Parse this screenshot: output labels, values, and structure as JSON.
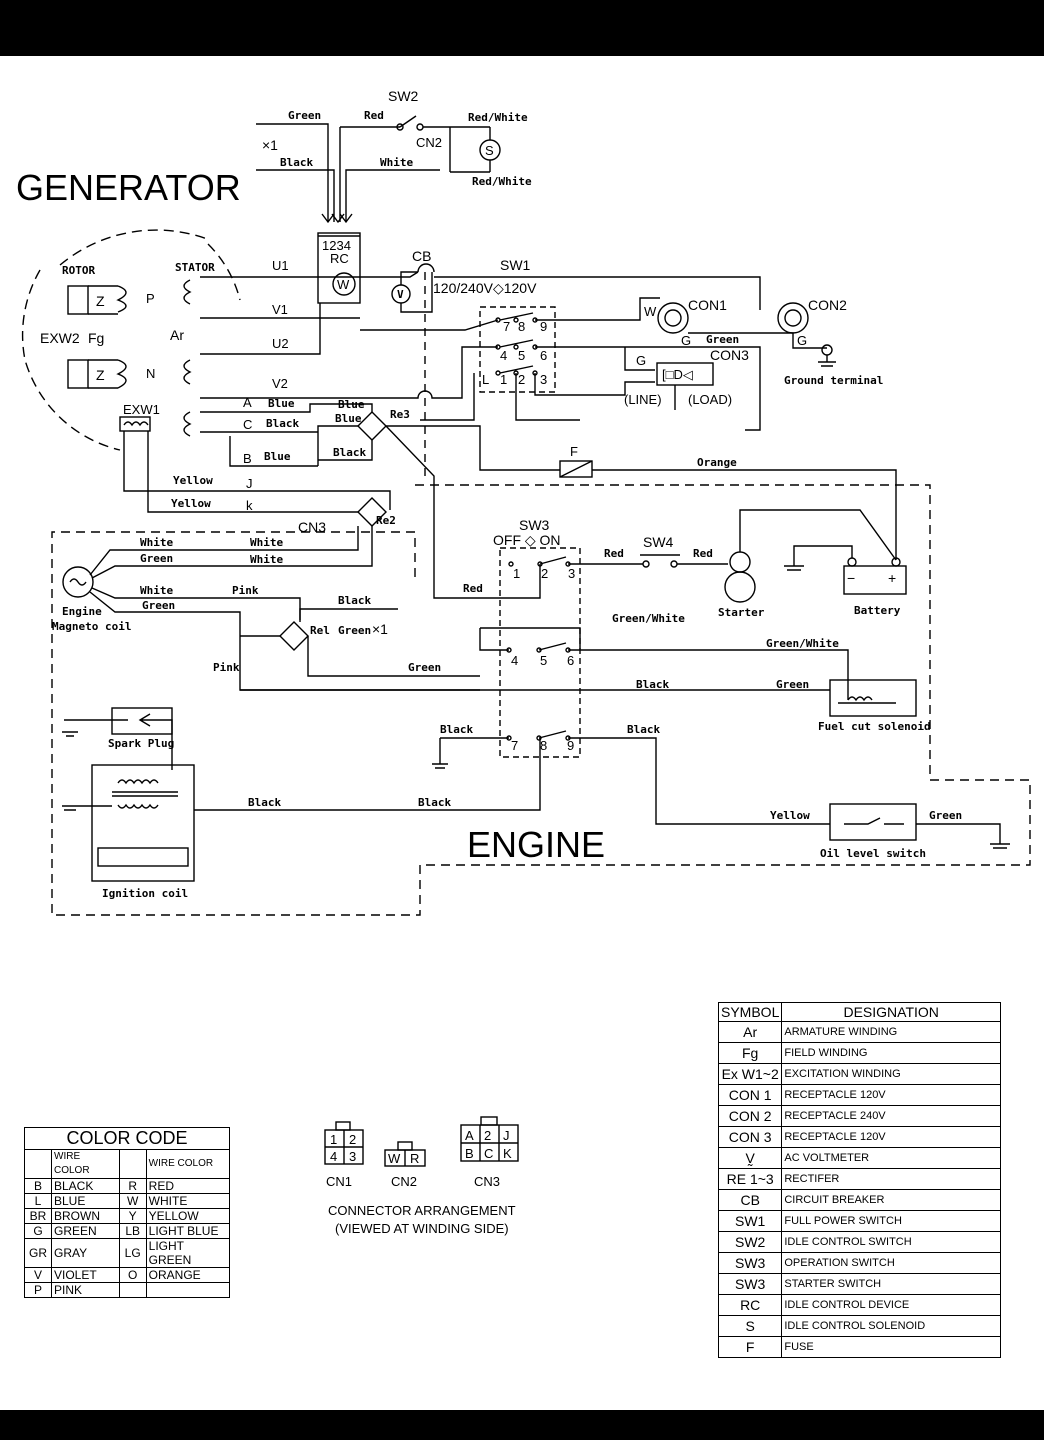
{
  "titles": {
    "generator": "GENERATOR",
    "engine": "ENGINE"
  },
  "components": {
    "sw2": "SW2",
    "cn2": "CN2",
    "x1": "×1",
    "cb": "CB",
    "sw1": "SW1",
    "sw1_range": "120/240V◇120V",
    "rc_pins": "1234",
    "rc": "RC",
    "w": "W",
    "v": "V",
    "s": "S",
    "con1": "CON1",
    "con2": "CON2",
    "con3": "CON3",
    "ground_terminal": "Ground terminal",
    "line": "(LINE)",
    "load": "(LOAD)",
    "rotor": "ROTOR",
    "stator": "STATOR",
    "exw2": "EXW2",
    "exw1": "EXW1",
    "fg": "Fg",
    "ar": "Ar",
    "z": "Z",
    "p": "P",
    "n": "N",
    "u1": "U1",
    "v1": "V1",
    "u2": "U2",
    "v2": "V2",
    "a": "A",
    "b": "B",
    "c": "C",
    "j": "J",
    "k": "k",
    "re1": "Rel",
    "re2": "Re2",
    "re3": "Re3",
    "cn3": "CN3",
    "f": "F",
    "sw3": "SW3",
    "sw3_state": "OFF ◇ ON",
    "sw4": "SW4",
    "starter": "Starter",
    "battery": "Battery",
    "minus": "−",
    "plus": "+",
    "engine_magneto": "Engine",
    "magneto_coil": "Magneto coil",
    "spark_plug": "Spark Plug",
    "ignition_coil": "Ignition coil",
    "fuel_cut_solenoid": "Fuel cut solenoid",
    "oil_level_switch": "Oil level switch"
  },
  "wires": {
    "green": "Green",
    "red": "Red",
    "black": "Black",
    "white": "White",
    "red_white": "Red/White",
    "blue": "Blue",
    "yellow": "Yellow",
    "orange": "Orange",
    "pink": "Pink",
    "green_white": "Green/White"
  },
  "sw_pins": [
    "1",
    "2",
    "3",
    "4",
    "5",
    "6",
    "7",
    "8",
    "9"
  ],
  "l_pin": "L",
  "connectors": {
    "cn1_pins": [
      "1",
      "2",
      "4",
      "3"
    ],
    "cn2_pins": [
      "W",
      "R"
    ],
    "cn3_pins": [
      "A",
      "2",
      "J",
      "B",
      "C",
      "K"
    ],
    "cn1": "CN1",
    "cn2": "CN2",
    "cn3": "CN3",
    "caption1": "CONNECTOR ARRANGEMENT",
    "caption2": "(VIEWED AT WINDING SIDE)"
  },
  "color_code": {
    "title": "COLOR CODE",
    "sub_header": "WIRE COLOR",
    "rows": [
      [
        "B",
        "BLACK",
        "R",
        "RED"
      ],
      [
        "L",
        "BLUE",
        "W",
        "WHITE"
      ],
      [
        "BR",
        "BROWN",
        "Y",
        "YELLOW"
      ],
      [
        "G",
        "GREEN",
        "LB",
        "LIGHT BLUE"
      ],
      [
        "GR",
        "GRAY",
        "LG",
        "LIGHT GREEN"
      ],
      [
        "V",
        "VIOLET",
        "O",
        "ORANGE"
      ],
      [
        "P",
        "PINK",
        "",
        ""
      ]
    ]
  },
  "symbol_table": {
    "headers": [
      "SYMBOL",
      "DESIGNATION"
    ],
    "rows": [
      [
        "Ar",
        "ARMATURE WINDING"
      ],
      [
        "Fg",
        "FIELD WINDING"
      ],
      [
        "Ex W1~2",
        "EXCITATION WINDING"
      ],
      [
        "CON 1",
        "RECEPTACLE 120V"
      ],
      [
        "CON 2",
        "RECEPTACLE 240V"
      ],
      [
        "CON 3",
        "RECEPTACLE 120V"
      ],
      [
        "V̰",
        "AC VOLTMETER"
      ],
      [
        "RE 1~3",
        "RECTIFER"
      ],
      [
        "CB",
        "CIRCUIT BREAKER"
      ],
      [
        "SW1",
        "FULL POWER SWITCH"
      ],
      [
        "SW2",
        "IDLE CONTROL SWITCH"
      ],
      [
        "SW3",
        "OPERATION SWITCH"
      ],
      [
        "SW3",
        "STARTER SWITCH"
      ],
      [
        "RC",
        "IDLE CONTROL DEVICE"
      ],
      [
        "S",
        "IDLE CONTROL SOLENOID"
      ],
      [
        "F",
        "FUSE"
      ]
    ]
  }
}
